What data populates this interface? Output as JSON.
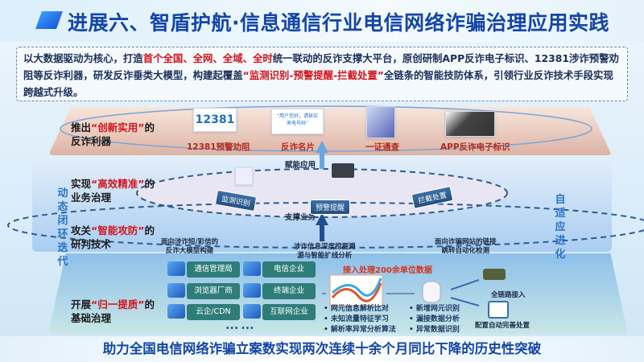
{
  "title": "进展六、智盾护航·信息通信行业电信网络诈骗治理应用实践",
  "intro": {
    "p1": "以大数据驱动为核心，打造",
    "h1": "首个全国、全网、全域、全时",
    "p2": "统一联动的反诈支撑大平台，原创研制APP反诈电子标识、12381涉诈预警劝阻等反诈利器，研发反诈垂类大模型，构建起覆盖",
    "h2": "“监测识别-预警提醒-拦截处置”",
    "p3": "全链条的智能技防体系，引领行业反诈技术手段实现跨越式升级。"
  },
  "layers": [
    {
      "pre": "推出",
      "key": "“创新实用”",
      "post": "的",
      "line2": "反诈利器"
    },
    {
      "pre": "实现",
      "key": "“高效精准”",
      "post": "的",
      "line2": "业务治理"
    },
    {
      "pre": "攻关",
      "key": "“智能攻防”",
      "post": "的",
      "line2": "研判技术"
    },
    {
      "pre": "开展",
      "key": "“归一提质”",
      "post": "的",
      "line2": "基础治理"
    }
  ],
  "side_left": "动态闭环迭代",
  "side_right": "自适应进化",
  "tools": [
    {
      "label": "12381预警劝阻",
      "card": "12381"
    },
    {
      "label": "反诈名片",
      "card": "“用户您好，请核实来电号码”"
    },
    {
      "label": "一证通查",
      "card": ""
    },
    {
      "label": "APP反诈电子标识",
      "card": ""
    }
  ],
  "middle": {
    "empower": "赋能应用",
    "support": "支撑业务",
    "tags": [
      "监测识别",
      "预警提醒",
      "拦截处置"
    ],
    "tech": [
      "面向涉诈短/彩信的\n反诈大模型构建",
      "涉诈信息深度挖掘溯\n源与智能扩线分析",
      "面向诈骗网站的链接\n跳转自动化检测"
    ]
  },
  "base": {
    "orgs": [
      "通信管理局",
      "电信企业",
      "浏览器厂商",
      "终端企业",
      "云企/CDN",
      "互联网企业"
    ],
    "more": "••• •••",
    "data_note": "接入处理200余单位数据",
    "analysis": [
      "网元信息解析比对",
      "未知流量特征学习",
      "解析率异常分析算法"
    ],
    "results": [
      "新增网元识别",
      "漏接数据分析",
      "异常数据识别"
    ],
    "outputs": [
      "全链路接入",
      "配置自动完善处置"
    ]
  },
  "footer": "助力全国电信网络诈骗立案数实现两次连续十余个月同比下降的历史性突破",
  "colors": {
    "title": "#1446a8",
    "highlight": "#d2141b",
    "org": "#2e7d78"
  }
}
